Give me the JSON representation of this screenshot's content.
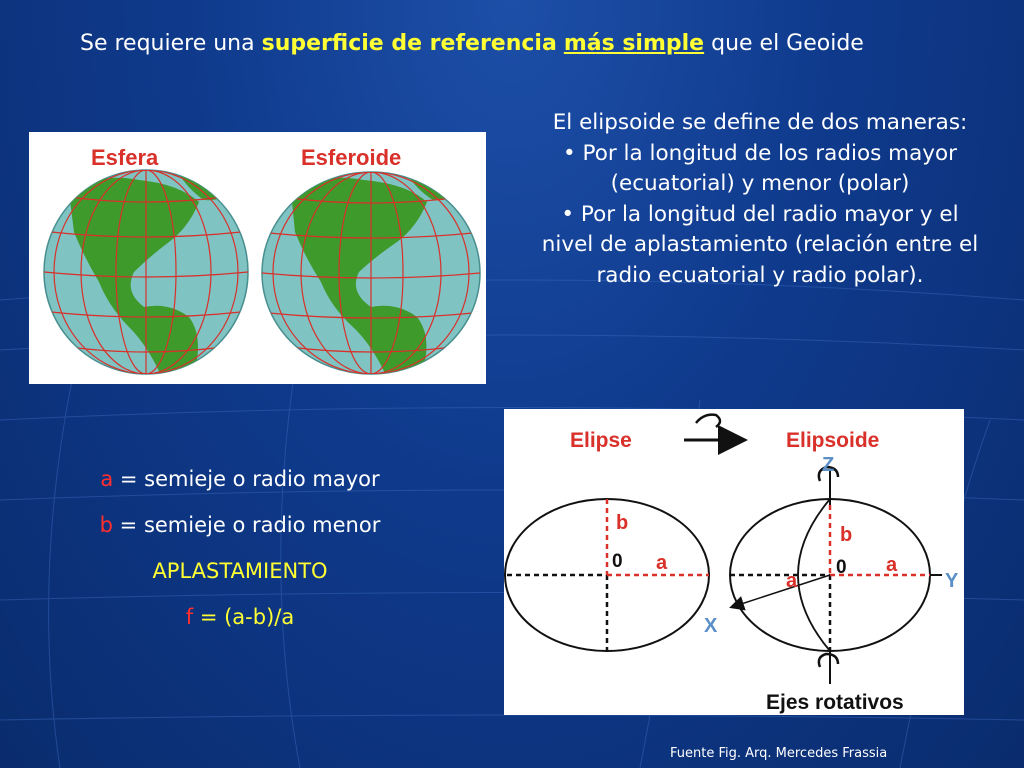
{
  "title": {
    "prefix": "Se requiere una ",
    "highlight1": "superficie de referencia",
    "space": " ",
    "highlight2": "más simple",
    "suffix": " que el Geoide"
  },
  "globes": {
    "left_label": "Esfera",
    "right_label": "Esferoide"
  },
  "description": {
    "intro": "El elipsoide se define de dos maneras:",
    "bullet1": "• Por la longitud de los radios mayor (ecuatorial) y menor (polar)",
    "bullet2": "• Por la longitud del radio mayor y el nivel de aplastamiento (relación entre el radio ecuatorial y radio polar)."
  },
  "definitions": {
    "a_symbol": "a",
    "a_text": " = semieje o radio mayor",
    "b_symbol": "b",
    "b_text": " = semieje o radio menor",
    "flattening": "APLASTAMIENTO",
    "f_symbol": "f",
    "f_text": " = (a-b)/a"
  },
  "figure": {
    "elipse_label": "Elipse",
    "elipsoide_label": "Elipsoide",
    "axis_z": "Z",
    "axis_y": "Y",
    "axis_x": "X",
    "label_b": "b",
    "label_a": "a",
    "label_0": "0",
    "caption": "Ejes rotativos"
  },
  "credit": "Fuente Fig. Arq. Mercedes Frassia",
  "colors": {
    "background": "#0f3a8c",
    "highlight": "#ffff33",
    "symbol_red": "#ff3030",
    "figure_red": "#d9302a",
    "globe_ocean": "#7fc3c3",
    "globe_land": "#3f9a2c"
  }
}
